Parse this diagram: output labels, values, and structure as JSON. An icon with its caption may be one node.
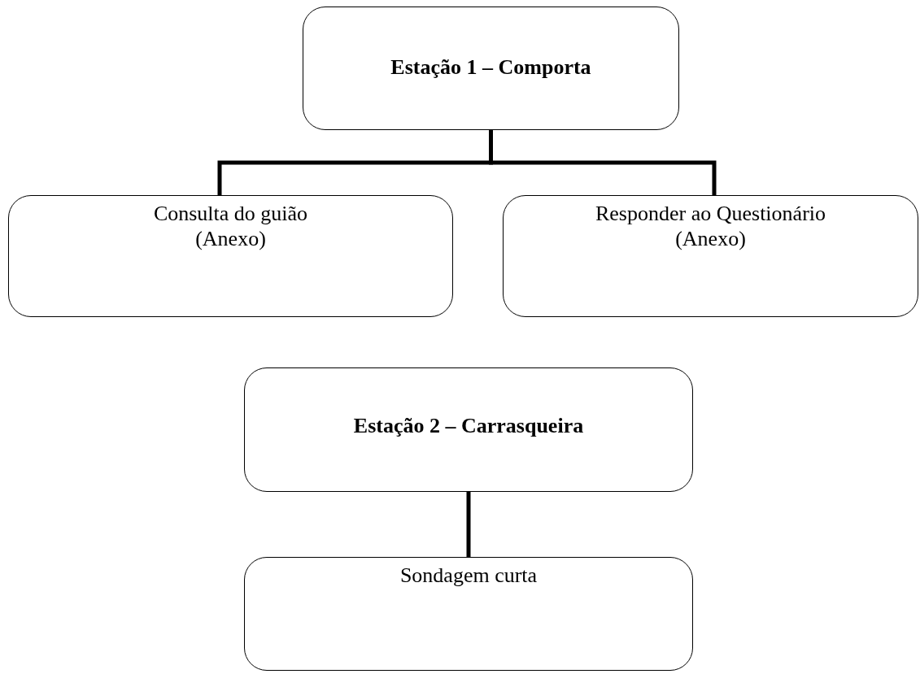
{
  "diagram": {
    "nodes": [
      {
        "text": [
          "Estação 1 – Comporta"
        ]
      },
      {
        "text": [
          "Consulta do guião (Anexo)"
        ]
      },
      {
        "text": [
          "Responder ao Questionário (Anexo)"
        ]
      },
      {
        "text": [
          "Estação 2 – Carrasqueira"
        ]
      },
      {
        "text": [
          "Sondagem curta"
        ]
      }
    ],
    "edges": [
      {
        "from": 0,
        "to": 1,
        "arrow": "none"
      },
      {
        "from": 0,
        "to": 2,
        "arrow": "none"
      },
      {
        "from": 3,
        "to": 4,
        "arrow": "none"
      }
    ]
  }
}
